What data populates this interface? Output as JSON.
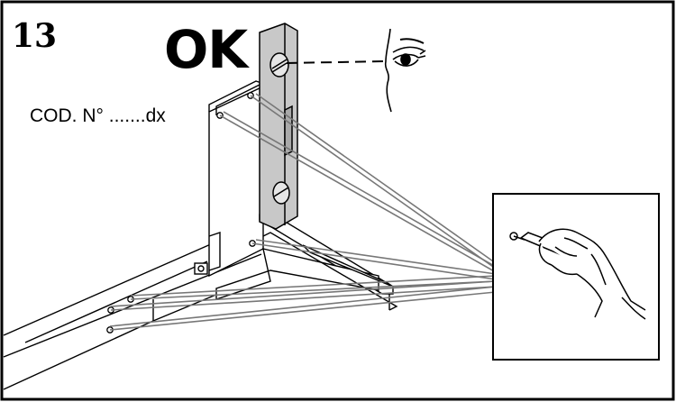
{
  "step": {
    "number": "13"
  },
  "status": {
    "label": "OK"
  },
  "part_code": {
    "label": "COD. N° .......dx"
  }
}
